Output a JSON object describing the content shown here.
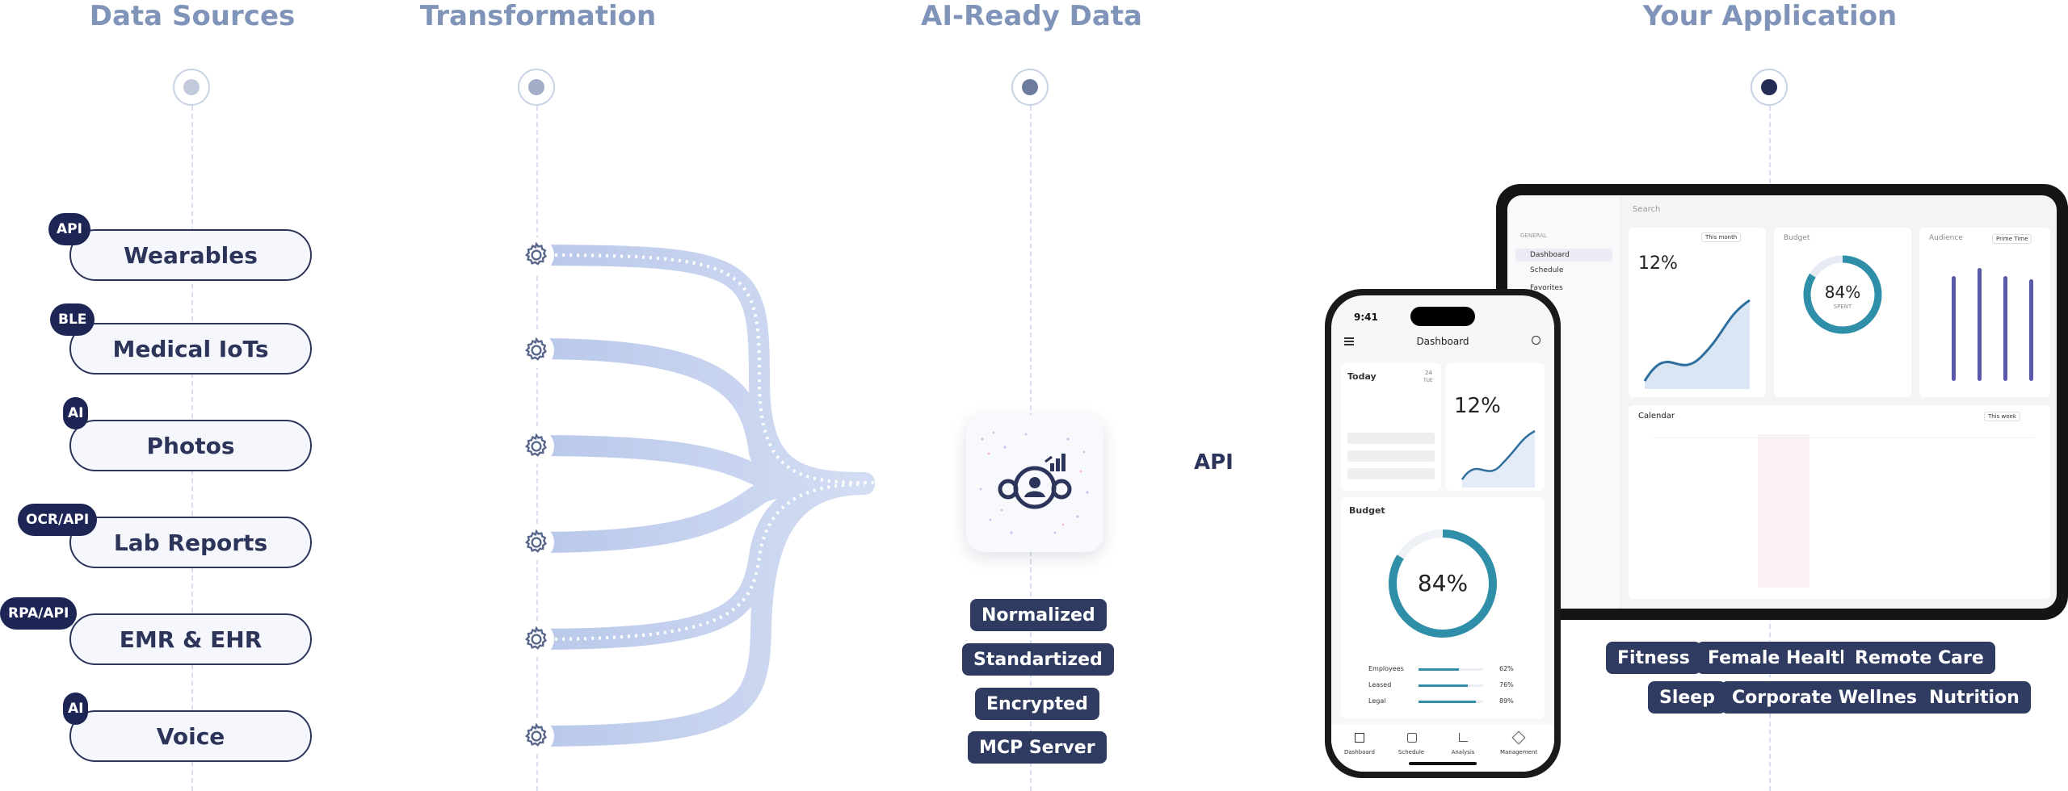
{
  "columns": {
    "data_sources": "Data Sources",
    "transformation": "Transformation",
    "ai_ready": "AI-Ready Data",
    "your_application": "Your Application"
  },
  "sources": [
    {
      "label": "Wearables",
      "badge": "API"
    },
    {
      "label": "Medical IoTs",
      "badge": "BLE"
    },
    {
      "label": "Photos",
      "badge": "AI"
    },
    {
      "label": "Lab Reports",
      "badge": "OCR/API"
    },
    {
      "label": "EMR & EHR",
      "badge": "RPA/API"
    },
    {
      "label": "Voice",
      "badge": "AI"
    }
  ],
  "api_label": "API",
  "ai_ready_tags": [
    "Normalized",
    "Standartized",
    "Encrypted",
    "MCP Server"
  ],
  "app_tags": [
    "Fitness",
    "Female Health",
    "Remote Care",
    "Sleep",
    "Corporate Wellness",
    "Nutrition"
  ],
  "icons": {
    "transform": "gear-icon",
    "hub": "gears-person-icon"
  },
  "colors": {
    "title": "#7f94b8",
    "navy": "#2c3559",
    "badge": "#1c2554",
    "tag": "#2f3b60",
    "flow": "#c2cfec",
    "pipe_dark": "#59678e"
  },
  "tablet": {
    "search": "Search",
    "nav": [
      "Dashboard",
      "Schedule",
      "Favorites"
    ],
    "nav_section": "GENERAL",
    "card1_value": "12%",
    "card2_title": "Budget",
    "card2_value": "84%",
    "card2_sub": "SPENT",
    "card3_title": "Audience",
    "calendar_title": "Calendar",
    "filter_month": "This month",
    "filter_prime": "Prime Time",
    "filter_week": "This week"
  },
  "phone": {
    "time": "9:41",
    "title": "Dashboard",
    "today": "Today",
    "date_num": "24",
    "date_day": "TUE",
    "growth": "12%",
    "budget": "Budget",
    "budget_value": "84%",
    "rows": [
      {
        "label": "Employees",
        "value": "62%"
      },
      {
        "label": "Leased",
        "value": "76%"
      },
      {
        "label": "Legal",
        "value": "89%"
      }
    ],
    "tabs": [
      "Dashboard",
      "Schedule",
      "Analysis",
      "Management"
    ]
  }
}
